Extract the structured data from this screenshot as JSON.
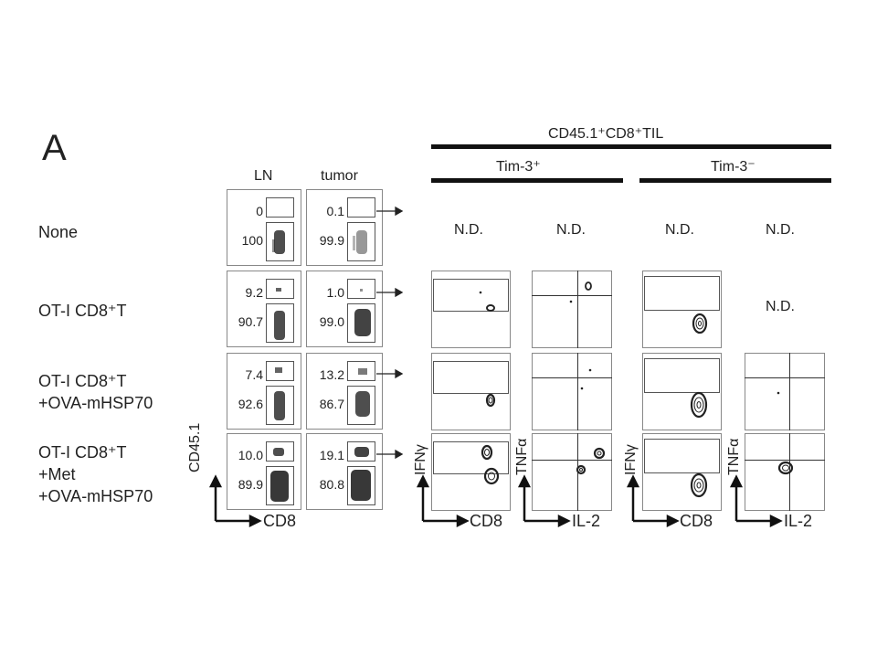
{
  "panel_letter": "A",
  "header": {
    "til": "CD45.1⁺CD8⁺TIL",
    "tim3_pos": "Tim-3⁺",
    "tim3_neg": "Tim-3⁻"
  },
  "columns": {
    "ln": "LN",
    "tumor": "tumor"
  },
  "rows": [
    {
      "label_lines": [
        "None"
      ],
      "ln": [
        "0",
        "100"
      ],
      "tumor": [
        "0.1",
        "99.9"
      ]
    },
    {
      "label_lines": [
        "OT-I CD8⁺T"
      ],
      "ln": [
        "9.2",
        "90.7"
      ],
      "tumor": [
        "1.0",
        "99.0"
      ]
    },
    {
      "label_lines": [
        "OT-I CD8⁺T",
        "+OVA-mHSP70"
      ],
      "ln": [
        "7.4",
        "92.6"
      ],
      "tumor": [
        "13.2",
        "86.7"
      ]
    },
    {
      "label_lines": [
        "OT-I CD8⁺T",
        "+Met",
        "+OVA-mHSP70"
      ],
      "ln": [
        "10.0",
        "89.9"
      ],
      "tumor": [
        "19.1",
        "80.8"
      ]
    }
  ],
  "not_determined": "N.D.",
  "axes": {
    "cd45": "CD45.1",
    "cd8": "CD8",
    "ifng": "IFNγ",
    "tnfa": "TNFα",
    "il2": "IL-2"
  }
}
